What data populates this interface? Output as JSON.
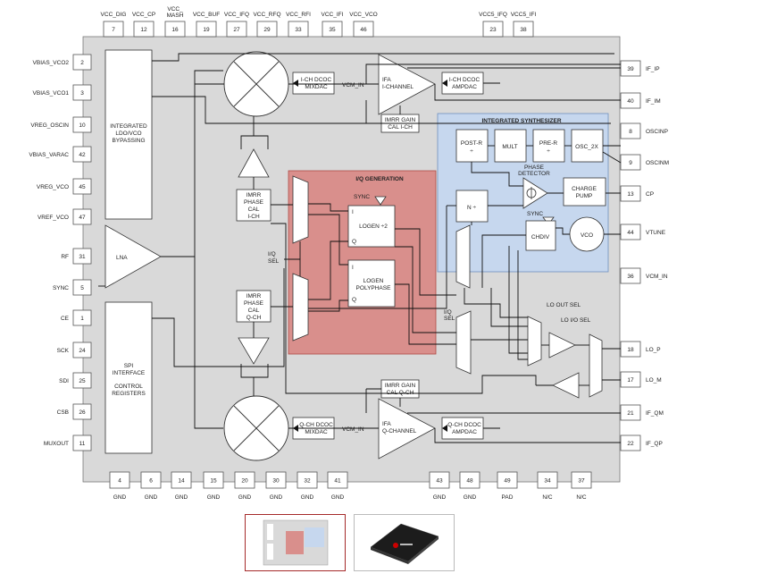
{
  "pins_top": [
    {
      "num": "7",
      "label": "VCC_DIG"
    },
    {
      "num": "12",
      "label": "VCC_CP"
    },
    {
      "num": "16",
      "label": "VCC_MASH",
      "label2": "VCC_"
    },
    {
      "num": "19",
      "label": "VCC_BUF"
    },
    {
      "num": "27",
      "label": "VCC_IFQ"
    },
    {
      "num": "29",
      "label": "VCC_RFQ"
    },
    {
      "num": "33",
      "label": "VCC_RFI"
    },
    {
      "num": "35",
      "label": "VCC_IFI"
    },
    {
      "num": "46",
      "label": "VCC_VCO"
    },
    {
      "num": "23",
      "label": "VCC5_IFQ"
    },
    {
      "num": "38",
      "label": "VCC5_IFI"
    }
  ],
  "pins_left": [
    {
      "num": "2",
      "label": "VBIAS_VCO2"
    },
    {
      "num": "3",
      "label": "VBIAS_VCO1"
    },
    {
      "num": "10",
      "label": "VREG_OSCIN"
    },
    {
      "num": "42",
      "label": "VBIAS_VARAC"
    },
    {
      "num": "45",
      "label": "VREG_VCO"
    },
    {
      "num": "47",
      "label": "VREF_VCO"
    },
    {
      "num": "31",
      "label": "RF"
    },
    {
      "num": "5",
      "label": "SYNC"
    },
    {
      "num": "1",
      "label": "CE"
    },
    {
      "num": "24",
      "label": "SCK"
    },
    {
      "num": "25",
      "label": "SDI"
    },
    {
      "num": "26",
      "label": "CSB"
    },
    {
      "num": "11",
      "label": "MUXOUT"
    }
  ],
  "pins_right": [
    {
      "num": "39",
      "label": "IF_IP"
    },
    {
      "num": "40",
      "label": "IF_IM"
    },
    {
      "num": "8",
      "label": "OSCINP"
    },
    {
      "num": "9",
      "label": "OSCINM"
    },
    {
      "num": "13",
      "label": "CP"
    },
    {
      "num": "44",
      "label": "VTUNE"
    },
    {
      "num": "36",
      "label": "VCM_IN"
    },
    {
      "num": "18",
      "label": "LO_P"
    },
    {
      "num": "17",
      "label": "LO_M"
    },
    {
      "num": "21",
      "label": "IF_QM"
    },
    {
      "num": "22",
      "label": "IF_QP"
    }
  ],
  "pins_bottom": [
    {
      "num": "4",
      "label": "GND"
    },
    {
      "num": "6",
      "label": "GND"
    },
    {
      "num": "14",
      "label": "GND"
    },
    {
      "num": "15",
      "label": "GND"
    },
    {
      "num": "20",
      "label": "GND"
    },
    {
      "num": "30",
      "label": "GND"
    },
    {
      "num": "32",
      "label": "GND"
    },
    {
      "num": "41",
      "label": "GND"
    },
    {
      "num": "43",
      "label": "GND"
    },
    {
      "num": "48",
      "label": "GND"
    },
    {
      "num": "49",
      "label": "PAD"
    },
    {
      "num": "34",
      "label": "N/C"
    },
    {
      "num": "37",
      "label": "N/C"
    }
  ],
  "blocks": {
    "ldo": [
      "INTEGRATED",
      "LDO/VCO",
      "BYPASSING"
    ],
    "spi": [
      "SPI",
      "INTERFACE",
      "",
      "CONTROL",
      "REGISTERS"
    ],
    "lna": "LNA",
    "iq_gen_title": "I/Q GENERATION",
    "synth_title": "INTEGRATED SYNTHESIZER",
    "ich_dcoc_mixdac": [
      "I-CH DCOC",
      "MIXDAC"
    ],
    "ich_dcoc_ampdac": [
      "I-CH DCOC",
      "AMPDAC"
    ],
    "qch_dcoc_mixdac": [
      "Q-CH DCOC",
      "MIXDAC"
    ],
    "qch_dcoc_ampdac": [
      "Q-CH DCOC",
      "AMPDAC"
    ],
    "ifa_i": [
      "IFA",
      "I-CHANNEL"
    ],
    "ifa_q": [
      "IFA",
      "Q-CHANNEL"
    ],
    "vcm_in": "VCM_IN",
    "imrr_gain_i": [
      "IMRR GAIN",
      "CAL I-CH"
    ],
    "imrr_gain_q": [
      "IMRR GAIN",
      "CAL Q-CH"
    ],
    "imrr_phase_i": [
      "IMRR",
      "PHASE",
      "CAL",
      "I-CH"
    ],
    "imrr_phase_q": [
      "IMRR",
      "PHASE",
      "CAL",
      "Q-CH"
    ],
    "iq_sel": [
      "I/Q",
      "SEL"
    ],
    "sync": "SYNC",
    "logen2": "LOGEN ÷2",
    "logen_poly": [
      "LOGEN",
      "POLYPHASE"
    ],
    "i_letter": "I",
    "q_letter": "Q",
    "post_r": "POST-R",
    "mult": "MULT",
    "pre_r": "PRE-R",
    "osc2x": "OSC_2X",
    "div_marker": "÷",
    "phase_detector": [
      "PHASE",
      "DETECTOR"
    ],
    "charge_pump": [
      "CHARGE",
      "PUMP"
    ],
    "n_div": "N ÷",
    "chdiv": "CHDIV",
    "vco": "VCO",
    "lo_out_sel": "LO OUT SEL",
    "lo_io_sel": "LO I/O SEL"
  },
  "colors": {
    "chip_body": "#d9d9d9",
    "iq_gen": "#d98f8c",
    "iq_gen_border": "#b04a45",
    "synth": "#c6d7ee",
    "synth_border": "#6f8fbf",
    "thumb_border": "#a52a2a"
  },
  "thumbnails": [
    "block-diagram-thumbnail",
    "chip-package-thumbnail"
  ]
}
